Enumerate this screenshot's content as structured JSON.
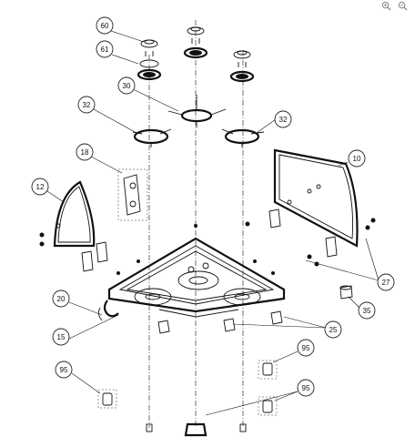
{
  "toolbar": {
    "zoom_in_icon": "zoom-in-icon",
    "zoom_out_icon": "zoom-out-icon"
  },
  "callouts": {
    "c60": "60",
    "c61": "61",
    "c30": "30",
    "c32_left": "32",
    "c32_right": "32",
    "c18": "18",
    "c10": "10",
    "c12": "12",
    "c27": "27",
    "c20": "20",
    "c35": "35",
    "c25": "25",
    "c15": "15",
    "c95_left": "95",
    "c95_mid": "95",
    "c95_right": "95"
  }
}
